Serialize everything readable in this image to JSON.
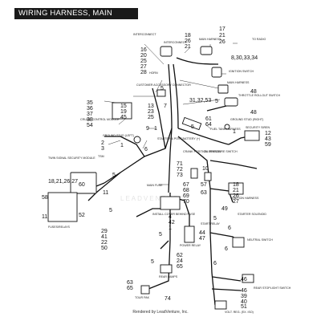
{
  "title": "WIRING HARNESS, MAIN",
  "footer": "Rendered by LeadVenture, Inc.",
  "watermark": "LEADVENTURE",
  "labels": {
    "to_radio": "TO RADIO",
    "interconnect": "INTERCONNECT",
    "interconnect2": "INTERCONNECT",
    "main_harness_top": "MAIN HARNESS",
    "ignition_switch": "IGNITION SWITCH",
    "horn": "HORN",
    "main_harness_right": "MAIN HARNESS",
    "customer_accessory": "CUSTOMER ACCESSORY CONNECTOR",
    "throttle_rollout": "THROTTLE ROLLOUT SWITCH",
    "cruise_control": "CRUISE CONTROL MODULE",
    "ground_stud": "GROUND STUD (LEFT)",
    "ground_stud_right": "GROUND STUD (RIGHT)",
    "fuel_tank": "FUEL TANK HARNESS",
    "security_siren": "SECURITY SIREN",
    "twin_security": "TWIN SIGNAL SECURITY MODULE",
    "starter_battery": "STARTER & POST BATTERY (+)",
    "crank_position": "CRANK POSITION SENSOR",
    "oil_pressure": "OIL PRESSURE SWITCH",
    "main_fuse": "MAIN FUSE",
    "ignition_harness": "IGNITION HARNESS",
    "install_cover": "INSTALL COVER BEHIND FUSE",
    "fuses_relays": "FUSES/RELAYS",
    "starter_solenoid": "STARTER SOLENOID",
    "neutral_switch": "NEUTRAL SWITCH",
    "power_relay": "POWER RELAY",
    "rear_lamps": "REAR LAMPS",
    "rear_stoplight": "REAR STOPLIGHT SWITCH",
    "tour_pak": "TOUR PAK",
    "volt_reg": "VOLT. REG. (EX. ISO)",
    "start_relay": "START RELAY",
    "tsm": "TSM"
  },
  "callouts": {
    "c17_21_26": [
      "17",
      "21",
      "26"
    ],
    "c18_26_21": [
      "18",
      "26",
      "21"
    ],
    "c16_20_25_27_28": [
      "16",
      "20",
      "25",
      "27",
      "28"
    ],
    "c8_30_33": "8,30,33,34",
    "c5a": "5",
    "c48a": "48",
    "c31_32_53": "31,32,53",
    "c7": "7",
    "c5b": "5",
    "c48b": "48",
    "c35_56": [
      "35",
      "36",
      "37",
      "38",
      "54"
    ],
    "c15_19_45": [
      "15",
      "19",
      "45"
    ],
    "c13_23_25": [
      "13",
      "23",
      "25"
    ],
    "c61_64": [
      "61",
      "64"
    ],
    "c1a": "1",
    "c1b": "1",
    "c12_43_59": [
      "12",
      "43",
      "59"
    ],
    "c5c": "5",
    "c9": "9",
    "c2_3": [
      "2",
      "3"
    ],
    "c1c": "1",
    "c6a": "6",
    "c18_21_26_27": "18,21,26,27",
    "c71_72_73": [
      "71",
      "72",
      "73"
    ],
    "c10": "10",
    "c60": "60",
    "c5d": "5",
    "c11a": "11",
    "c58": "58",
    "c11b": "11",
    "c52": "52",
    "c5e": "5",
    "c29_41_50": [
      "29",
      "41",
      "22",
      "50"
    ],
    "c67_70": [
      "67",
      "68",
      "69",
      "70"
    ],
    "c57": "57",
    "c63": "63",
    "c18_21_26_27b": [
      "18",
      "21",
      "26",
      "27"
    ],
    "c49": "49",
    "c5f": "5",
    "c6b": "6",
    "c4_42_1": [
      "4",
      "42",
      "1"
    ],
    "c5g": "5",
    "c6c": "6",
    "c44_47": [
      "44",
      "47"
    ],
    "c62_65": [
      "62",
      "24",
      "65"
    ],
    "c5h": "5",
    "c6d": "6",
    "c46": "46",
    "c46_39_40": [
      "46",
      "39",
      "40"
    ],
    "c53_65": [
      "63",
      "65"
    ],
    "c74": "74",
    "c51": "51"
  }
}
